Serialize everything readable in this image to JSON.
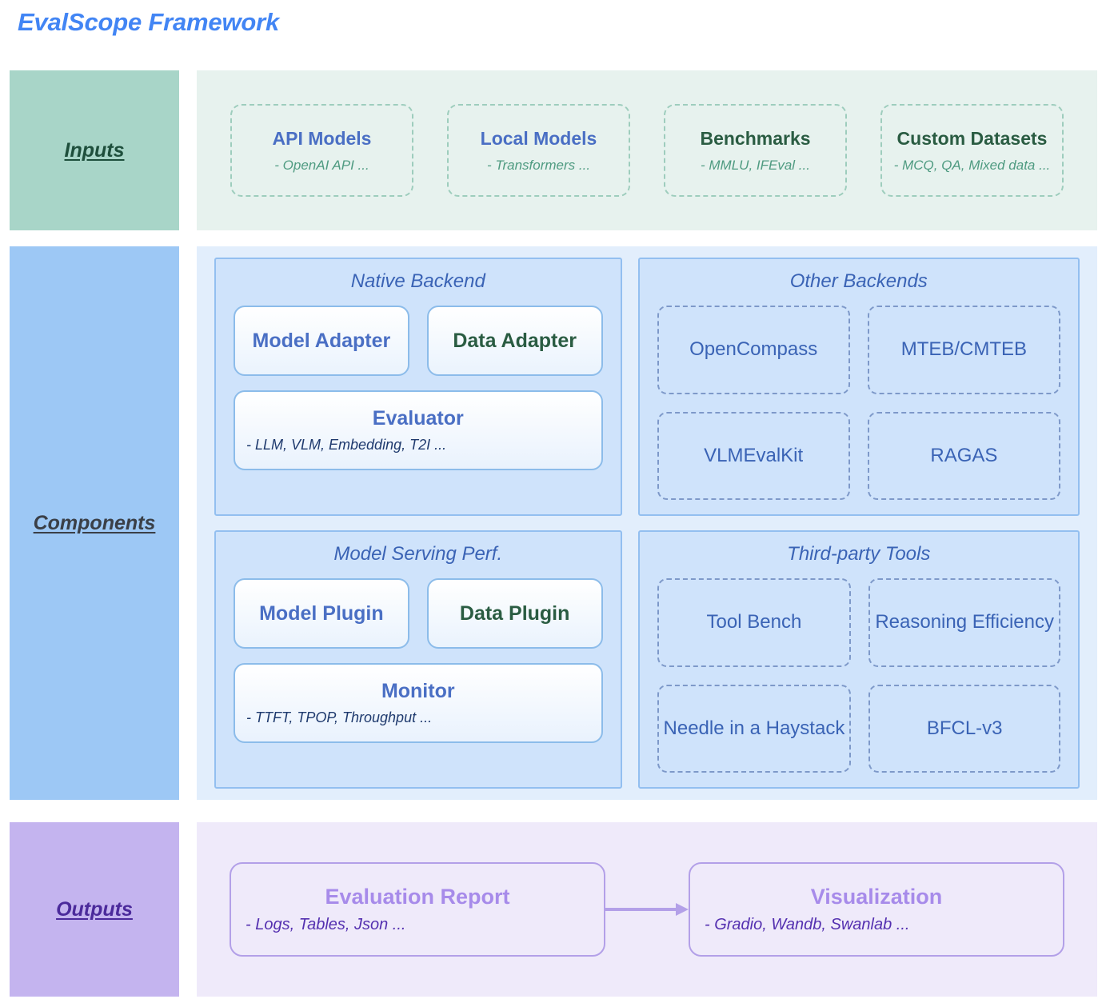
{
  "title": "EvalScope Framework",
  "bands": {
    "inputs": {
      "label": "Inputs",
      "cards": [
        {
          "title": "API Models",
          "sub": "- OpenAI API ...",
          "tone": "blue"
        },
        {
          "title": "Local Models",
          "sub": "- Transformers ...",
          "tone": "blue"
        },
        {
          "title": "Benchmarks",
          "sub": "- MMLU, IFEval ...",
          "tone": "green"
        },
        {
          "title": "Custom Datasets",
          "sub": "- MCQ, QA, Mixed data ...",
          "tone": "green"
        }
      ]
    },
    "components": {
      "label": "Components",
      "native_backend": {
        "title": "Native Backend",
        "row": [
          {
            "title": "Model Adapter",
            "tone": "blue"
          },
          {
            "title": "Data Adapter",
            "tone": "green"
          }
        ],
        "wide": {
          "title": "Evaluator",
          "sub": "- LLM, VLM, Embedding, T2I ..."
        }
      },
      "other_backends": {
        "title": "Other Backends",
        "items": [
          "OpenCompass",
          "MTEB/CMTEB",
          "VLMEvalKit",
          "RAGAS"
        ]
      },
      "serving_perf": {
        "title": "Model  Serving Perf.",
        "row": [
          {
            "title": "Model Plugin",
            "tone": "blue"
          },
          {
            "title": "Data Plugin",
            "tone": "green"
          }
        ],
        "wide": {
          "title": "Monitor",
          "sub": "- TTFT, TPOP, Throughput ..."
        }
      },
      "third_party": {
        "title": "Third-party Tools",
        "items": [
          "Tool Bench",
          "Reasoning Efficiency",
          "Needle in a Haystack",
          "BFCL-v3"
        ]
      }
    },
    "outputs": {
      "label": "Outputs",
      "cards": [
        {
          "title": "Evaluation Report",
          "sub": "- Logs, Tables, Json ..."
        },
        {
          "title": "Visualization",
          "sub": "- Gradio, Wandb, Swanlab ..."
        }
      ],
      "connector": "arrow-right"
    }
  },
  "colors": {
    "title_blue": "#4285f4",
    "inputs_label_bg": "#a8d5c8",
    "inputs_body_bg": "#e7f2ee",
    "components_label_bg": "#9dc8f5",
    "components_body_bg": "#e2eefc",
    "outputs_label_bg": "#c4b4ef",
    "outputs_body_bg": "#efeafa",
    "accent_blue_text": "#4a6fc4",
    "accent_green_text": "#2a5c42",
    "accent_purple_text": "#a78bea"
  }
}
